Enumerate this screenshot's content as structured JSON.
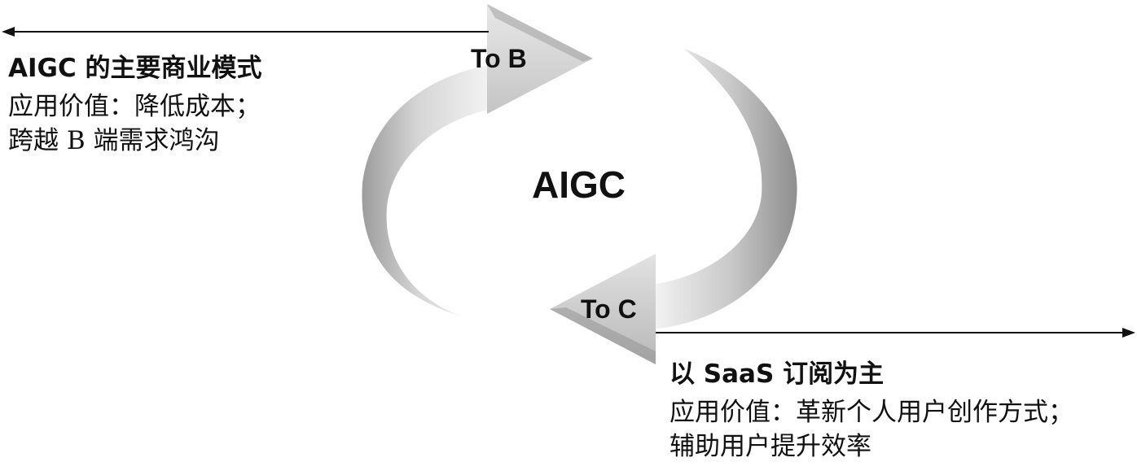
{
  "center": {
    "label": "AIGC"
  },
  "to_b": {
    "arrow_label": "To B",
    "heading": "AIGC 的主要商业模式",
    "lines": [
      "应用价值：降低成本；",
      "跨越 B 端需求鸿沟"
    ]
  },
  "to_c": {
    "arrow_label": "To C",
    "heading": "以 SaaS 订阅为主",
    "lines": [
      "应用价值：革新个人用户创作方式；",
      "辅助用户提升效率"
    ]
  },
  "colors": {
    "arrow_light": "#f0f0f0",
    "arrow_dark": "#a8a8a8",
    "line": "#111111"
  }
}
